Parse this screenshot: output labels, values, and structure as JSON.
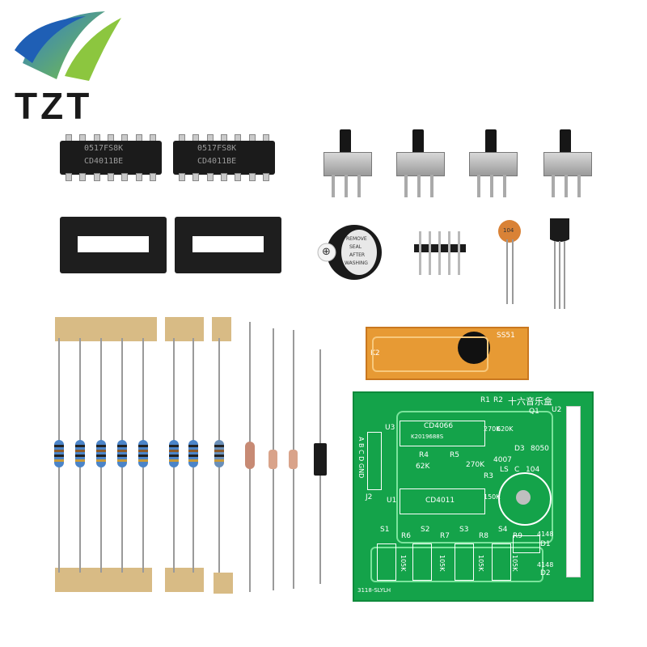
{
  "logo": {
    "text": "TZT"
  },
  "ics": [
    {
      "marking_top": "0517FS8K",
      "marking_bottom": "CD4011BE"
    },
    {
      "marking_top": "0517FS8K",
      "marking_bottom": "CD4011BE"
    }
  ],
  "buzzer": {
    "label_1": "REMOVE",
    "label_2": "SEAL",
    "label_3": "AFTER",
    "label_4": "WASHING",
    "symbol": "⊕"
  },
  "capacitor": {
    "marking": "104"
  },
  "orange_board": {
    "text_1": "SS51",
    "text_2": "K2"
  },
  "pcb": {
    "title": "十六音乐盒",
    "code": "3118-SLYLH",
    "labels": {
      "u3": "U3",
      "cd4066": "CD4066",
      "k201968bs": "K2019688S",
      "r1": "R1",
      "r2": "R2",
      "q1": "Q1",
      "u2": "U2",
      "r4": "R4",
      "r5": "R5",
      "v62k": "62K",
      "v270k_a": "270K",
      "v270k_b": "270K",
      "v620k": "620K",
      "d3": "D3",
      "v8050": "8050",
      "v4007": "4007",
      "ls": "LS",
      "c": "C",
      "v104": "104",
      "r3": "R3",
      "u1": "U1",
      "cd4011": "CD4011",
      "v150k": "150K",
      "j2": "J2",
      "abcd": "A B C D GND",
      "s1": "S1",
      "s2": "S2",
      "s3": "S3",
      "s4": "S4",
      "r6": "R6",
      "r7": "R7",
      "r8": "R8",
      "r9": "R9",
      "k105_1": "105K",
      "k105_2": "105K",
      "k105_3": "105K",
      "k105_4": "105K",
      "v4148_a": "4148",
      "v4148_b": "4148",
      "d1": "D1",
      "d2": "D2"
    }
  },
  "colors": {
    "pcb": "#14a34a",
    "tape": "#d8bb85",
    "resistor": "#4b84c8",
    "orange_board": "#e79a34"
  }
}
